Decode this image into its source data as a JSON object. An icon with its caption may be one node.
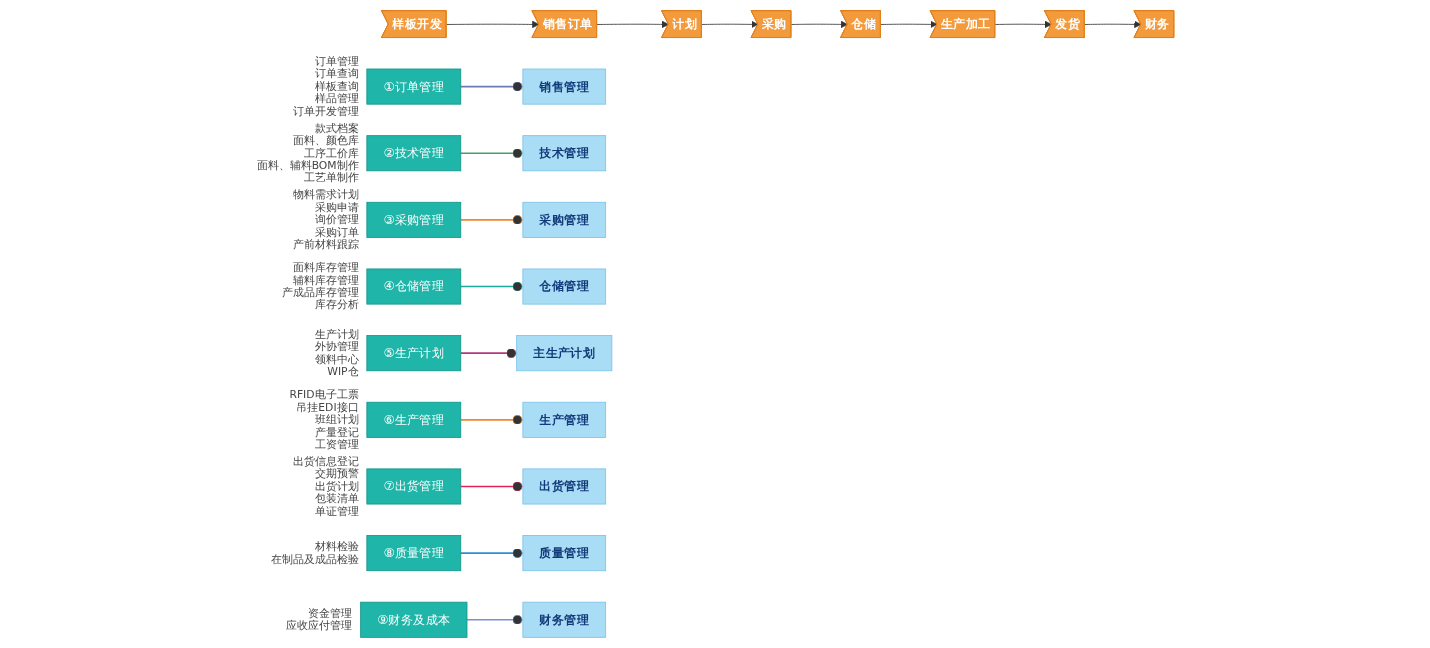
{
  "diagram": {
    "nodes": [
      {
        "text": [
          "样板开发"
        ]
      },
      {
        "text": [
          "销售订单"
        ]
      },
      {
        "text": [
          "计划"
        ]
      },
      {
        "text": [
          "采购"
        ]
      },
      {
        "text": [
          "仓储"
        ]
      },
      {
        "text": [
          "生产加工"
        ]
      },
      {
        "text": [
          "发货"
        ]
      },
      {
        "text": [
          "财务"
        ]
      },
      {
        "text": [
          "①订单管理"
        ],
        "beside": [
          "订单管理",
          "订单查询",
          "样板查询",
          "样品管理",
          "订单开发管理"
        ]
      },
      {
        "text": [
          "②技术管理"
        ],
        "beside": [
          "款式档案",
          "面料、颜色库",
          "工序工价库",
          "面料、辅料BOM制作",
          "工艺单制作"
        ]
      },
      {
        "text": [
          "③采购管理"
        ],
        "beside": [
          "物料需求计划",
          "采购申请",
          "询价管理",
          "采购订单",
          "产前材料跟踪"
        ]
      },
      {
        "text": [
          "④仓储管理"
        ],
        "beside": [
          "面料库存管理",
          "辅料库存管理",
          "产成品库存管理",
          "库存分析"
        ]
      },
      {
        "text": [
          "⑤生产计划"
        ],
        "beside": [
          "生产计划",
          "外协管理",
          "领料中心",
          "WIP仓"
        ]
      },
      {
        "text": [
          "⑥生产管理"
        ],
        "beside": [
          "RFID电子工票",
          "吊挂EDI接口",
          "班组计划",
          "产量登记",
          "工资管理"
        ]
      },
      {
        "text": [
          "⑦出货管理"
        ],
        "beside": [
          "出货信息登记",
          "交期预警",
          "出货计划",
          "包装清单",
          "单证管理"
        ]
      },
      {
        "text": [
          "⑧质量管理"
        ],
        "beside": [
          "材料检验",
          "在制品及成品检验"
        ]
      },
      {
        "text": [
          "⑨财务及成本"
        ],
        "beside": [
          "资金管理",
          "应收应付管理"
        ]
      },
      {
        "text": [
          "销售管理"
        ]
      },
      {
        "text": [
          "技术管理"
        ]
      },
      {
        "text": [
          "采购管理"
        ]
      },
      {
        "text": [
          "仓储管理"
        ]
      },
      {
        "text": [
          "主生产计划"
        ]
      },
      {
        "text": [
          "生产管理"
        ]
      },
      {
        "text": [
          "出货管理"
        ]
      },
      {
        "text": [
          "质量管理"
        ]
      },
      {
        "text": [
          "财务管理"
        ]
      }
    ],
    "edges": [
      {
        "from": 0,
        "to": 1,
        "arrow": "to"
      },
      {
        "from": 1,
        "to": 2,
        "arrow": "to"
      },
      {
        "from": 2,
        "to": 3,
        "arrow": "to"
      },
      {
        "from": 3,
        "to": 4,
        "arrow": "to"
      },
      {
        "from": 4,
        "to": 5,
        "arrow": "to"
      },
      {
        "from": 5,
        "to": 6,
        "arrow": "to"
      },
      {
        "from": 6,
        "to": 7,
        "arrow": "to"
      },
      {
        "from": 8,
        "to": 17,
        "arrow": "other",
        "color": "#6b7bb8"
      },
      {
        "from": 9,
        "to": 18,
        "arrow": "other",
        "color": "#4c9c6a"
      },
      {
        "from": 10,
        "to": 19,
        "arrow": "other",
        "color": "#f0892a"
      },
      {
        "from": 11,
        "to": 20,
        "arrow": "other",
        "color": "#1ba99c"
      },
      {
        "from": 12,
        "to": 21,
        "arrow": "other",
        "color": "#b23a7c"
      },
      {
        "from": 13,
        "to": 22,
        "arrow": "other",
        "color": "#f0892a"
      },
      {
        "from": 14,
        "to": 23,
        "arrow": "other",
        "color": "#e3245c"
      },
      {
        "from": 15,
        "to": 24,
        "arrow": "other",
        "color": "#2a8fd4"
      },
      {
        "from": 16,
        "to": 25,
        "arrow": "other",
        "color": "#7d8fd0"
      }
    ]
  }
}
